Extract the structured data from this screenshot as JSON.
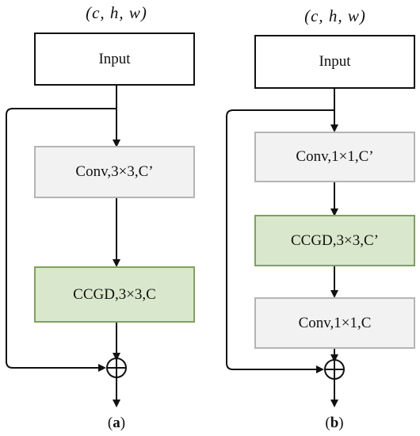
{
  "panel_a": {
    "dims": "(c, h, w)",
    "input": "Input",
    "conv": "Conv,3×3,C’",
    "ccgd": "CCGD,3×3,C",
    "caption_open": "(",
    "caption_letter": "a",
    "caption_close": ")"
  },
  "panel_b": {
    "dims": "(c, h, w)",
    "input": "Input",
    "conv1": "Conv,1×1,C’",
    "ccgd": "CCGD,3×3,C’",
    "conv2": "Conv,1×1,C",
    "caption_open": "(",
    "caption_letter": "b",
    "caption_close": ")"
  },
  "colors": {
    "conv_fill": "#f2f2f2",
    "conv_border": "#b4b4b4",
    "ccgd_fill": "#d9e8cc",
    "ccgd_border": "#7fa25a",
    "line": "#111111"
  }
}
